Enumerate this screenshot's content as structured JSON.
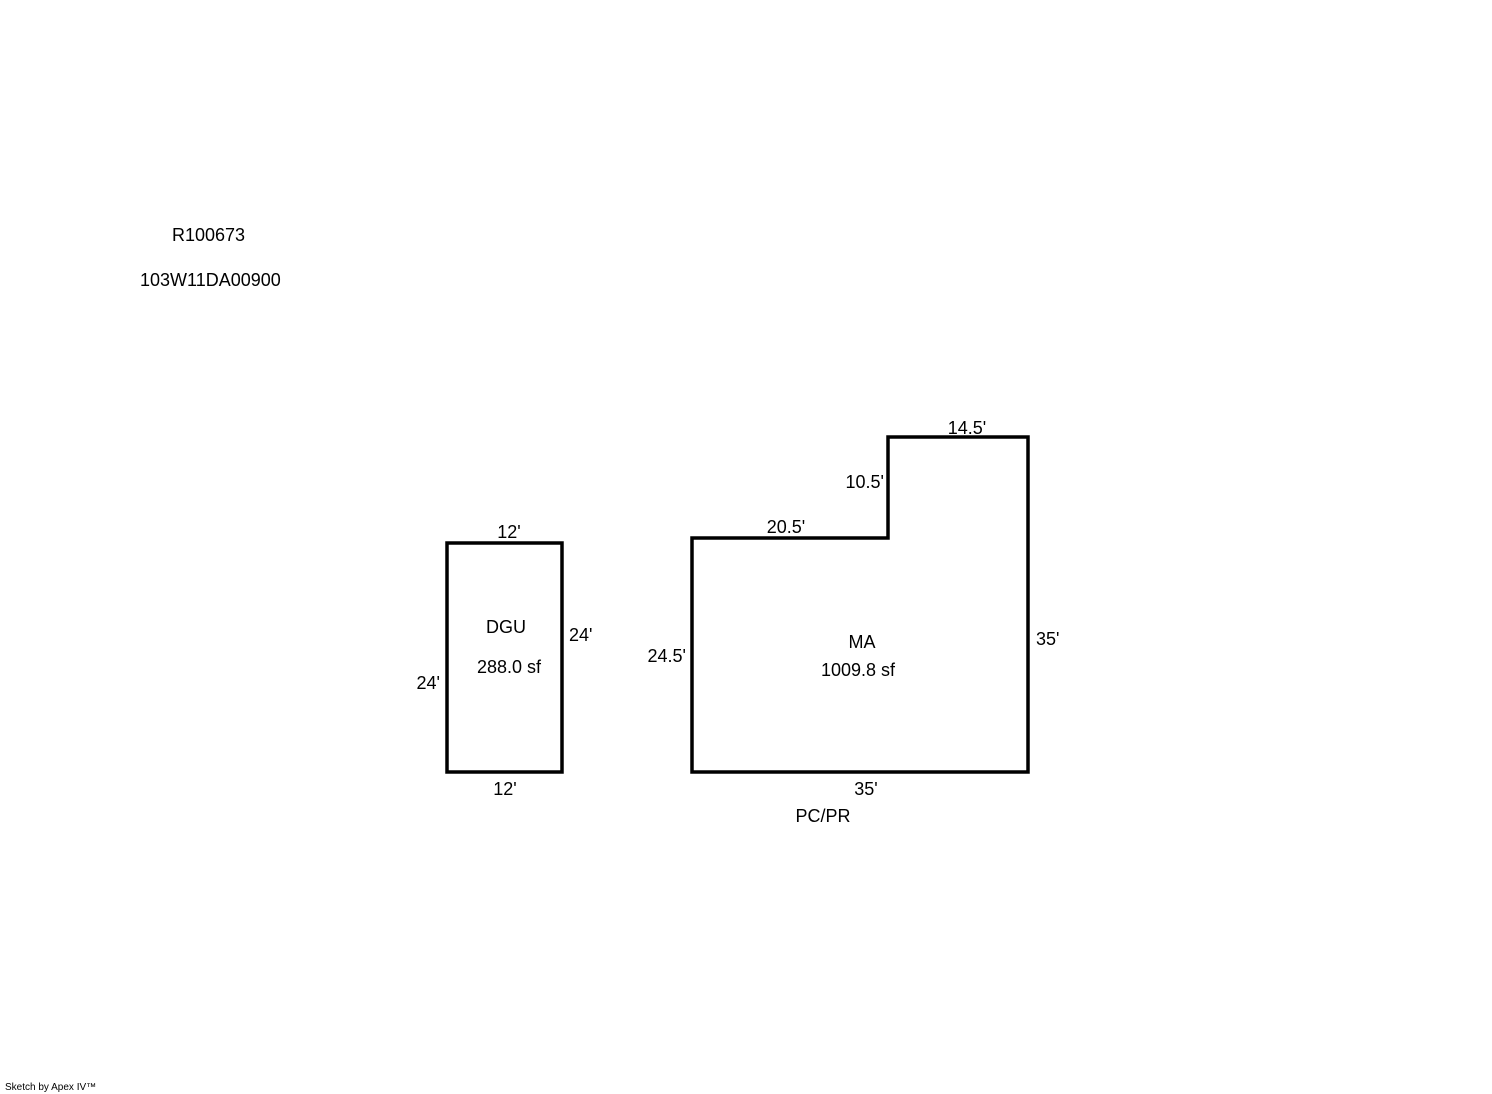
{
  "header": {
    "account_id": "R100673",
    "map_tax_lot": "103W11DA00900"
  },
  "buildings": {
    "garage": {
      "label": "DGU",
      "area": "288.0 sf",
      "dim_top": "12'",
      "dim_bottom": "12'",
      "dim_left": "24'",
      "dim_right": "24'"
    },
    "main": {
      "label": "MA",
      "area": "1009.8 sf",
      "dim_top_upper": "14.5'",
      "dim_step_vertical": "10.5'",
      "dim_top_lower": "20.5'",
      "dim_left": "24.5'",
      "dim_right": "35'",
      "dim_bottom": "35'",
      "sub_label": "PC/PR"
    }
  },
  "footer": {
    "credit": "Sketch by Apex IV™"
  },
  "colors": {
    "line": "#000000",
    "background": "#ffffff"
  }
}
